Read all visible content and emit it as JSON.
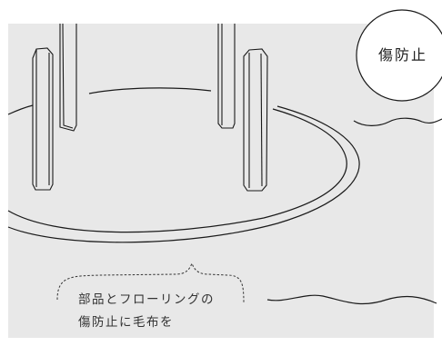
{
  "badge": {
    "label": "傷防止"
  },
  "caption": {
    "lines": [
      "部品とフローリングの",
      "傷防止に毛布を"
    ]
  },
  "colors": {
    "background": "#e8e8e8",
    "line": "#1a1a1a",
    "text": "#333333",
    "badge_fill": "#ffffff"
  }
}
